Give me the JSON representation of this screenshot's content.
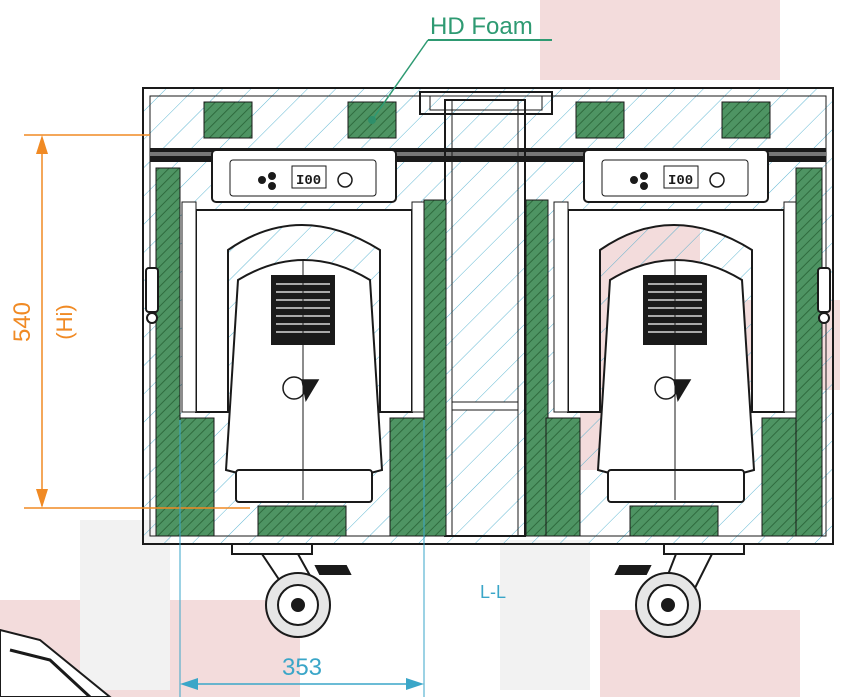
{
  "labels": {
    "foam": "HD Foam",
    "height_value": "540",
    "height_qualifier": "(Hi)",
    "width_value": "353",
    "section": "L-L"
  },
  "colors": {
    "foam_label": "#2e9a72",
    "foam_dot": "#2e8f6a",
    "foam_fill": "#3f8a55",
    "dimension_height": "#f08a24",
    "dimension_width": "#3aa6c8",
    "outline": "#1a1a1a",
    "background_shapes": "#f3dcdc"
  },
  "icons": [
    "caster-wheel",
    "moving-head-fixture",
    "latch",
    "logo-badge"
  ]
}
